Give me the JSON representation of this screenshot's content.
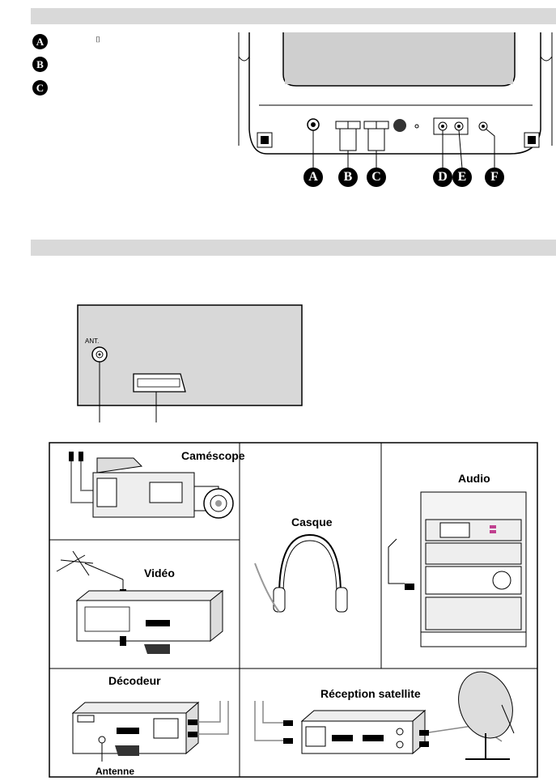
{
  "legend": {
    "items": [
      {
        "letter": "A"
      },
      {
        "letter": "B"
      },
      {
        "letter": "C"
      }
    ],
    "glyph": "⌷"
  },
  "front_panel": {
    "callouts": [
      "A",
      "B",
      "C",
      "D",
      "E",
      "F"
    ]
  },
  "back_panel": {
    "antenna_label": "ANT."
  },
  "connections": {
    "camcorder": "Caméscope",
    "headphones": "Casque",
    "audio": "Audio",
    "video": "Vidéo",
    "decoder": "Décodeur",
    "antenna": "Antenne",
    "satellite": "Réception satellite"
  }
}
